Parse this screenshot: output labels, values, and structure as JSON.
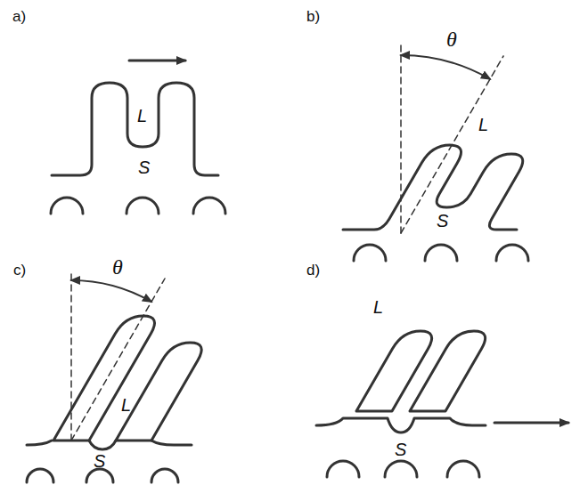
{
  "diagram": {
    "labels": [
      "a)",
      "L",
      "S",
      "b)",
      "θ",
      "L",
      "S",
      "c)",
      "θ",
      "L",
      "S",
      "d)",
      "L",
      "S"
    ]
  }
}
